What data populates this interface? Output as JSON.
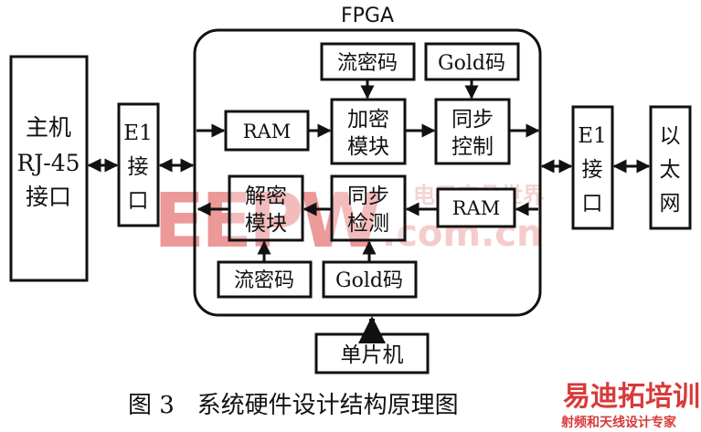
{
  "fpga_label": "FPGA",
  "blocks": {
    "host": [
      "主机",
      "RJ-45",
      "接口"
    ],
    "e1_left": [
      "E1",
      "接",
      "口"
    ],
    "ram_top": "RAM",
    "stream_cipher_top": "流密码",
    "gold_code_top": "Gold码",
    "encrypt_module": [
      "加密",
      "模块"
    ],
    "sync_control": [
      "同步",
      "控制"
    ],
    "decrypt_module": [
      "解密",
      "模块"
    ],
    "sync_detect": [
      "同步",
      "检测"
    ],
    "ram_bottom": "RAM",
    "stream_cipher_bottom": "流密码",
    "gold_code_bottom": "Gold码",
    "mcu": "单片机",
    "e1_right": [
      "E1",
      "接",
      "口"
    ],
    "ethernet": [
      "以",
      "太",
      "网"
    ]
  },
  "caption": "图 3   系统硬件设计结构原理图",
  "watermark": {
    "main": "EEPW",
    "sub": ".com.cn",
    "sub_cn": "电子产品世界",
    "corner_title": "易迪拓培训",
    "corner_sub": "射频和天线设计专家"
  },
  "colors": {
    "line": "#111111",
    "watermark_red": "#e06060",
    "watermark_pink": "#f3c9c9",
    "corner_red": "#d83a3a"
  }
}
